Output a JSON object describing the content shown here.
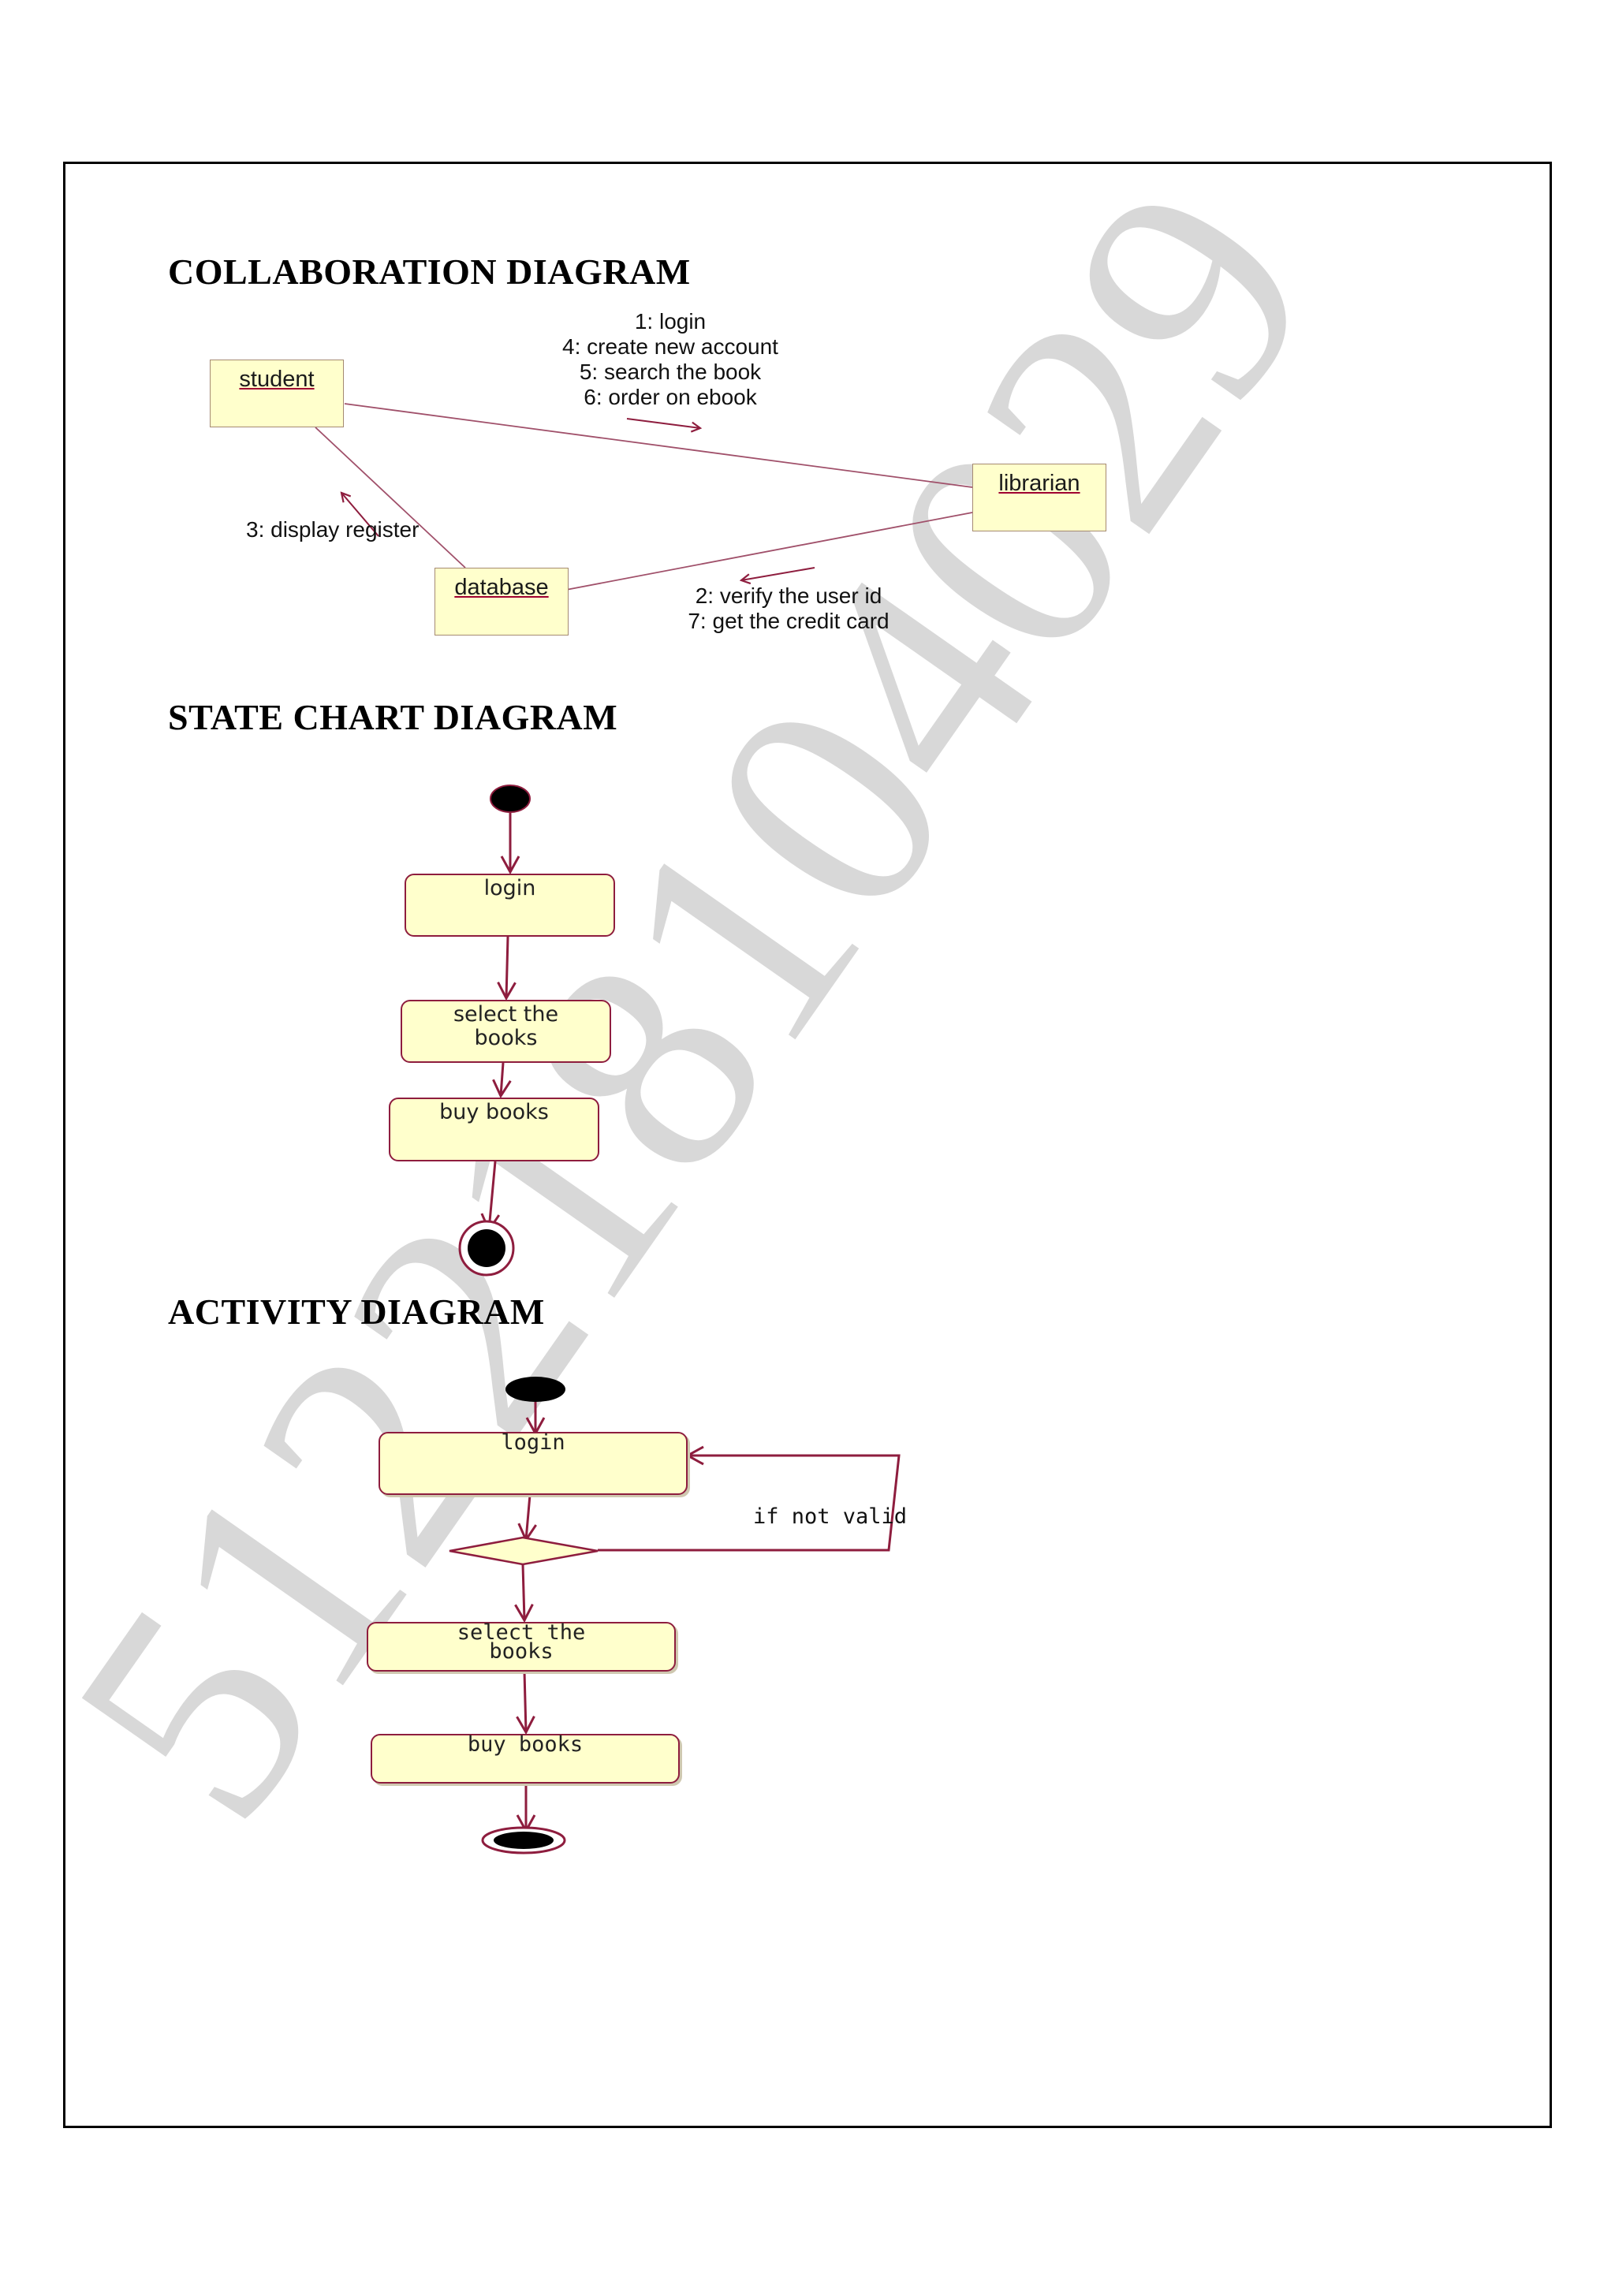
{
  "headings": {
    "collaboration": "COLLABORATION DIAGRAM",
    "statechart": "STATE CHART DIAGRAM",
    "activity": "ACTIVITY DIAGRAM"
  },
  "collaboration": {
    "objects": {
      "student": "student",
      "librarian": "librarian",
      "database": "database"
    },
    "messages_student_librarian": [
      "1: login",
      "4: create new account",
      "5: search the book",
      "6: order on ebook"
    ],
    "message_database_student": "3: display register",
    "messages_librarian_database": [
      "2: verify the user id",
      "7: get the credit card"
    ]
  },
  "statechart": {
    "states": {
      "login": "login",
      "select_line1": "select the",
      "select_line2": "books",
      "buy": "buy books"
    }
  },
  "activity": {
    "activities": {
      "login": "login",
      "select_line1": "select the",
      "select_line2": "books",
      "buy": "buy books"
    },
    "guard": "if not valid"
  },
  "watermark": {
    "text": "512218104029"
  },
  "colors": {
    "line": "#8e1d3e",
    "fill": "#ffffcc",
    "watermark": "#d4d4d4"
  }
}
